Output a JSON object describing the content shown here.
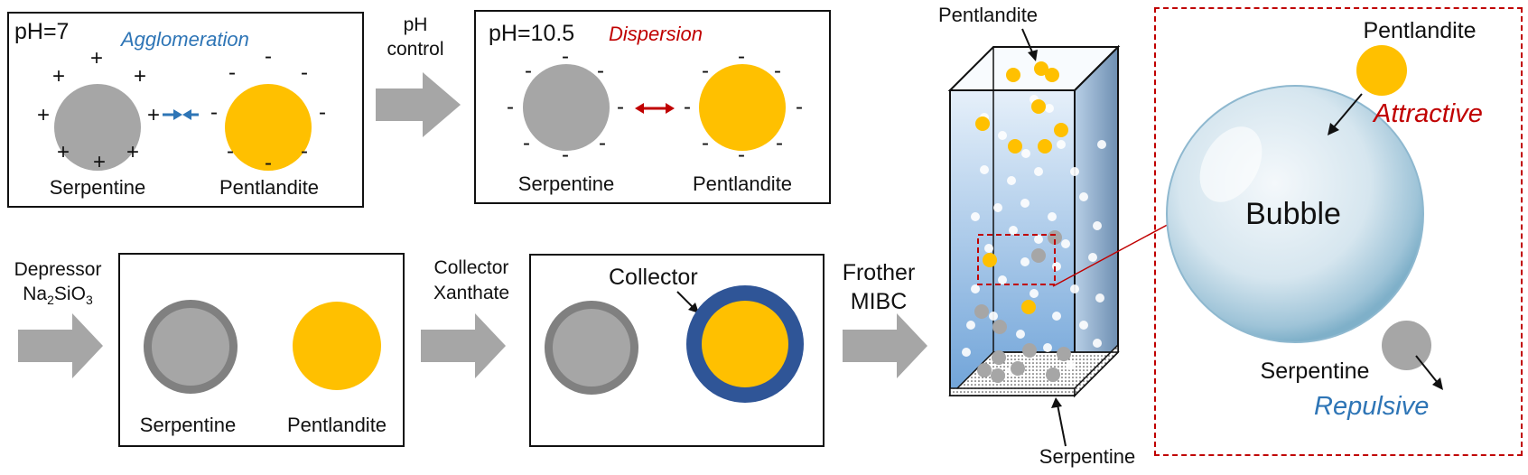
{
  "panel1": {
    "ph": "pH=7",
    "state": "Agglomeration",
    "left_label": "Serpentine",
    "right_label": "Pentlandite",
    "plus": "+",
    "minus": "-"
  },
  "ph_control": {
    "line1": "pH",
    "line2": "control"
  },
  "panel2": {
    "ph": "pH=10.5",
    "state": "Dispersion",
    "left_label": "Serpentine",
    "right_label": "Pentlandite",
    "minus": "-"
  },
  "depressor": {
    "line1": "Depressor",
    "formula_na": "Na",
    "sub2": "2",
    "formula_sio": "SiO",
    "sub3": "3"
  },
  "panel3": {
    "left_label": "Serpentine",
    "right_label": "Pentlandite"
  },
  "collector_step": {
    "line1": "Collector",
    "line2": "Xanthate"
  },
  "panel4": {
    "collector_label": "Collector"
  },
  "frother": {
    "line1": "Frother",
    "line2": "MIBC"
  },
  "column": {
    "top_label": "Pentlandite",
    "bottom_label": "Serpentine"
  },
  "zoom": {
    "bubble": "Bubble",
    "pentlandite": "Pentlandite",
    "attractive": "Attractive",
    "serpentine": "Serpentine",
    "repulsive": "Repulsive"
  },
  "colors": {
    "serpentine": "#a6a6a6",
    "pentlandite": "#ffc000",
    "collector_ring": "#2f5597",
    "agglomeration": "#2e75b6",
    "dispersion": "#c00000",
    "attractive": "#c00000",
    "repulsive": "#2e75b6",
    "arrow_grey": "#a6a6a6"
  }
}
